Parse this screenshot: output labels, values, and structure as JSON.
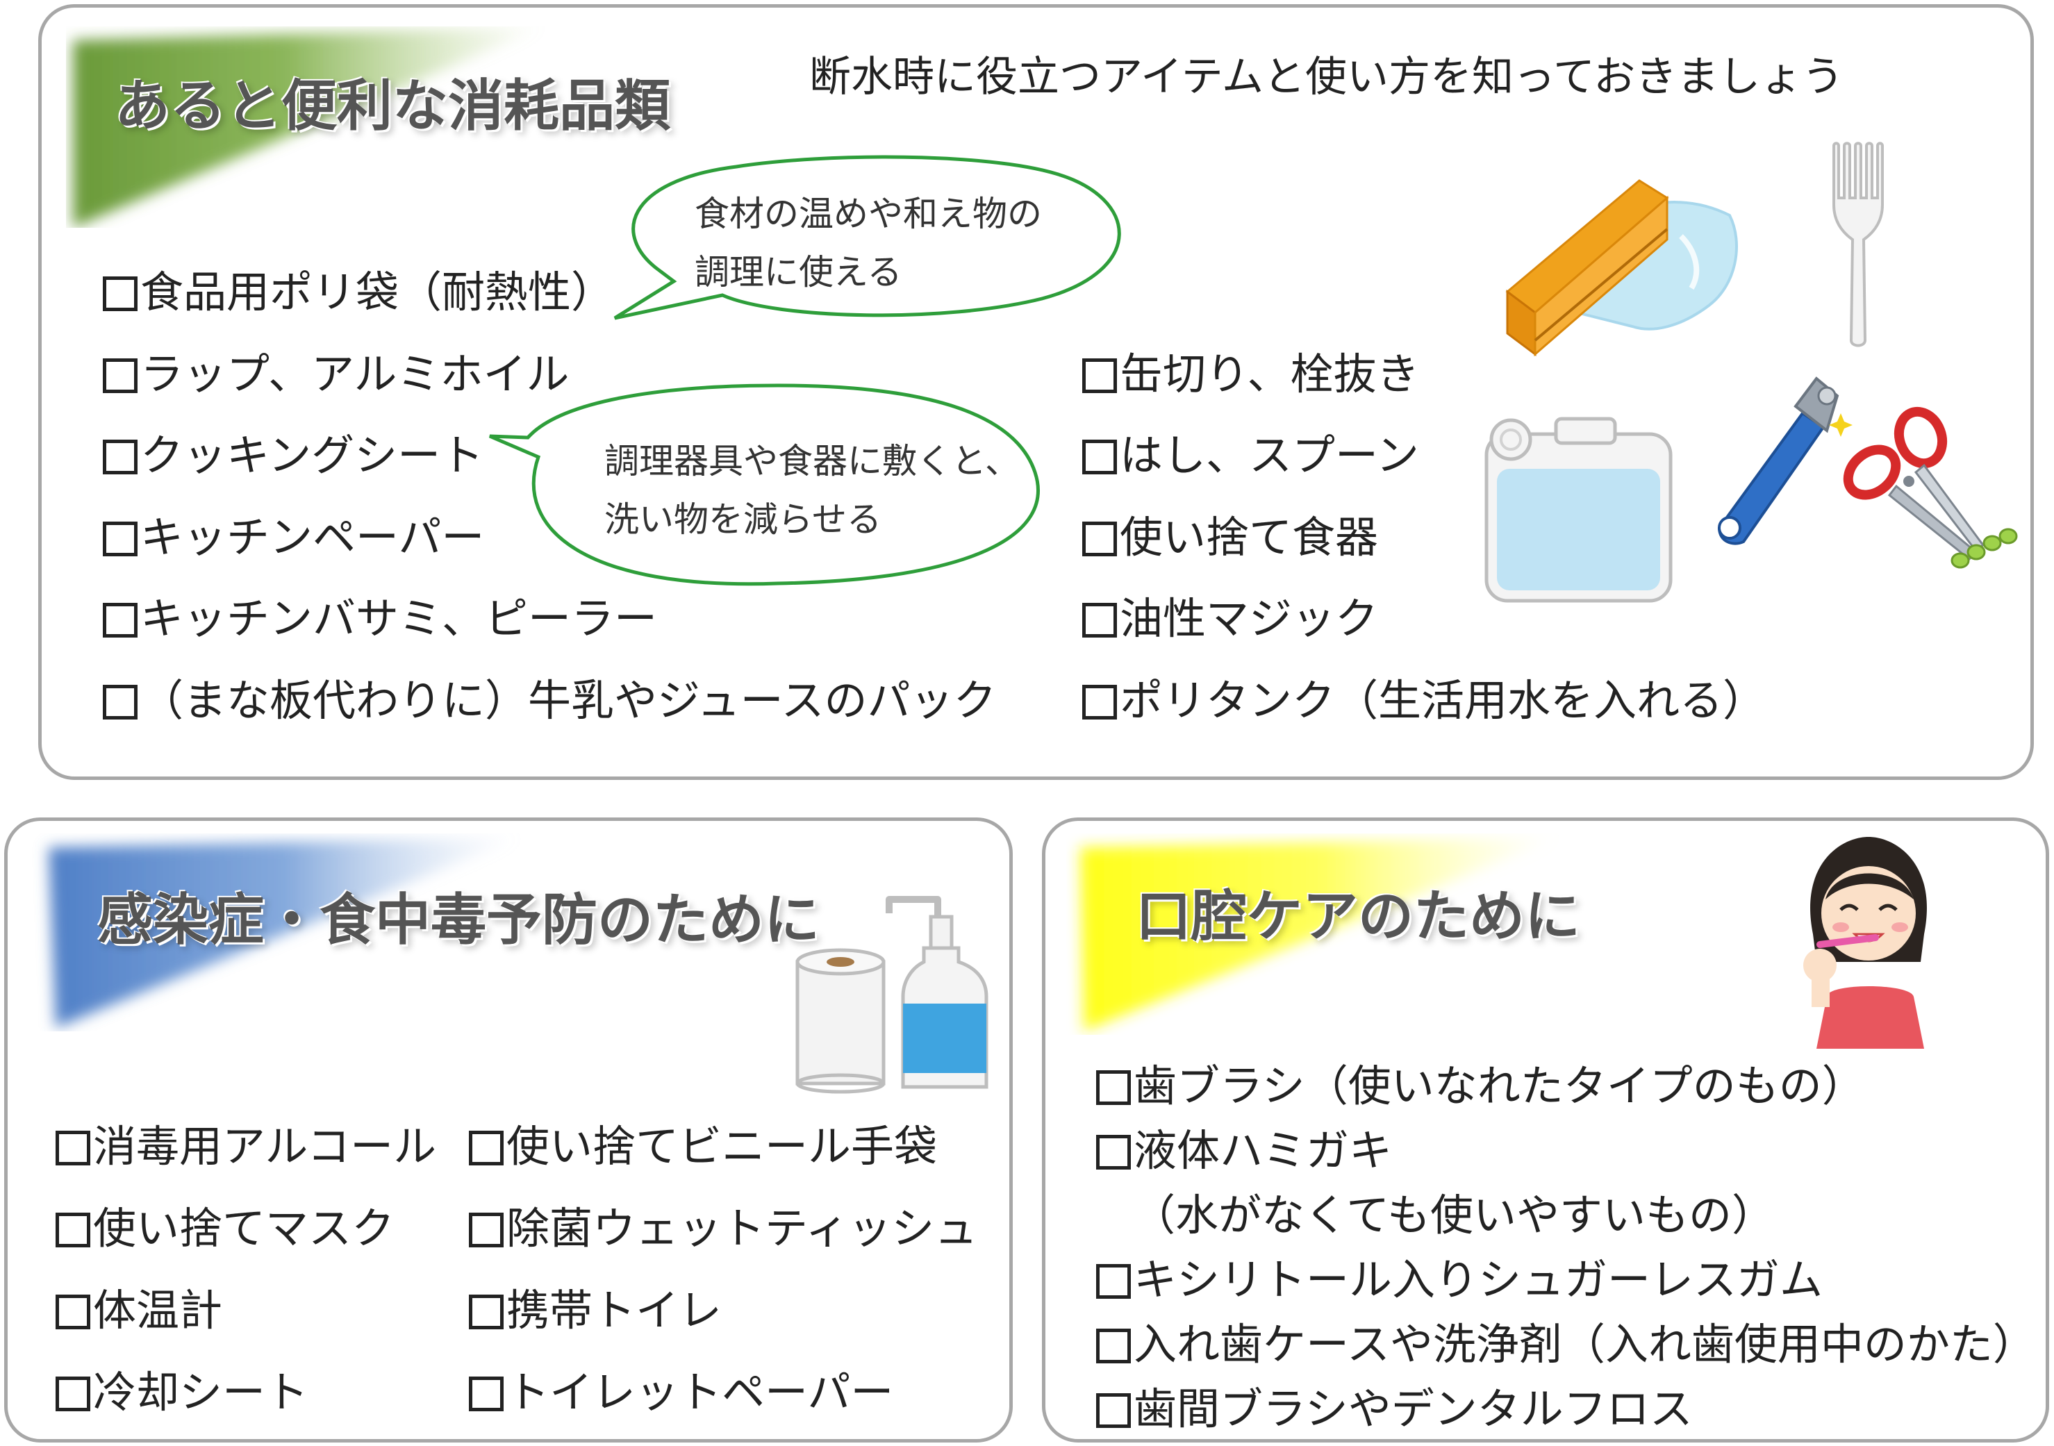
{
  "top": {
    "title": "あると便利な消耗品類",
    "subtitle": "断水時に役立つアイテムと使い方を知っておきましょう",
    "left_items": [
      "食品用ポリ袋（耐熱性）",
      "ラップ、アルミホイル",
      "クッキングシート",
      "キッチンペーパー",
      "キッチンバサミ、ピーラー",
      "（まな板代わりに）牛乳やジュースのパック"
    ],
    "right_items": [
      "缶切り、栓抜き",
      "はし、スプーン",
      "使い捨て食器",
      "油性マジック",
      "ポリタンク（生活用水を入れる）"
    ],
    "bubble1": [
      "食材の温めや和え物の",
      "調理に使える"
    ],
    "bubble2": [
      "調理器具や食器に敷くと、",
      "洗い物を減らせる"
    ]
  },
  "bottom_left": {
    "title": "感染症・食中毒予防のために",
    "col1": [
      "消毒用アルコール",
      "使い捨てマスク",
      "体温計",
      "冷却シート"
    ],
    "col2": [
      "使い捨てビニール手袋",
      "除菌ウェットティッシュ",
      "携帯トイレ",
      "トイレットペーパー"
    ]
  },
  "bottom_right": {
    "title": "口腔ケアのために",
    "items": [
      "歯ブラシ（使いなれたタイプのもの）",
      "液体ハミガキ",
      "キシリトール入りシュガーレスガム",
      "入れ歯ケースや洗浄剤（入れ歯使用中のかた）",
      "歯間ブラシやデンタルフロス"
    ],
    "item2_note": "（水がなくても使いやすいもの）"
  },
  "colors": {
    "top_accent": "#6a9a3a",
    "left_accent": "#4f7fc7",
    "right_accent": "#ffff1a",
    "bubble_border": "#2e9e3a",
    "border": "#a7a7a7"
  }
}
